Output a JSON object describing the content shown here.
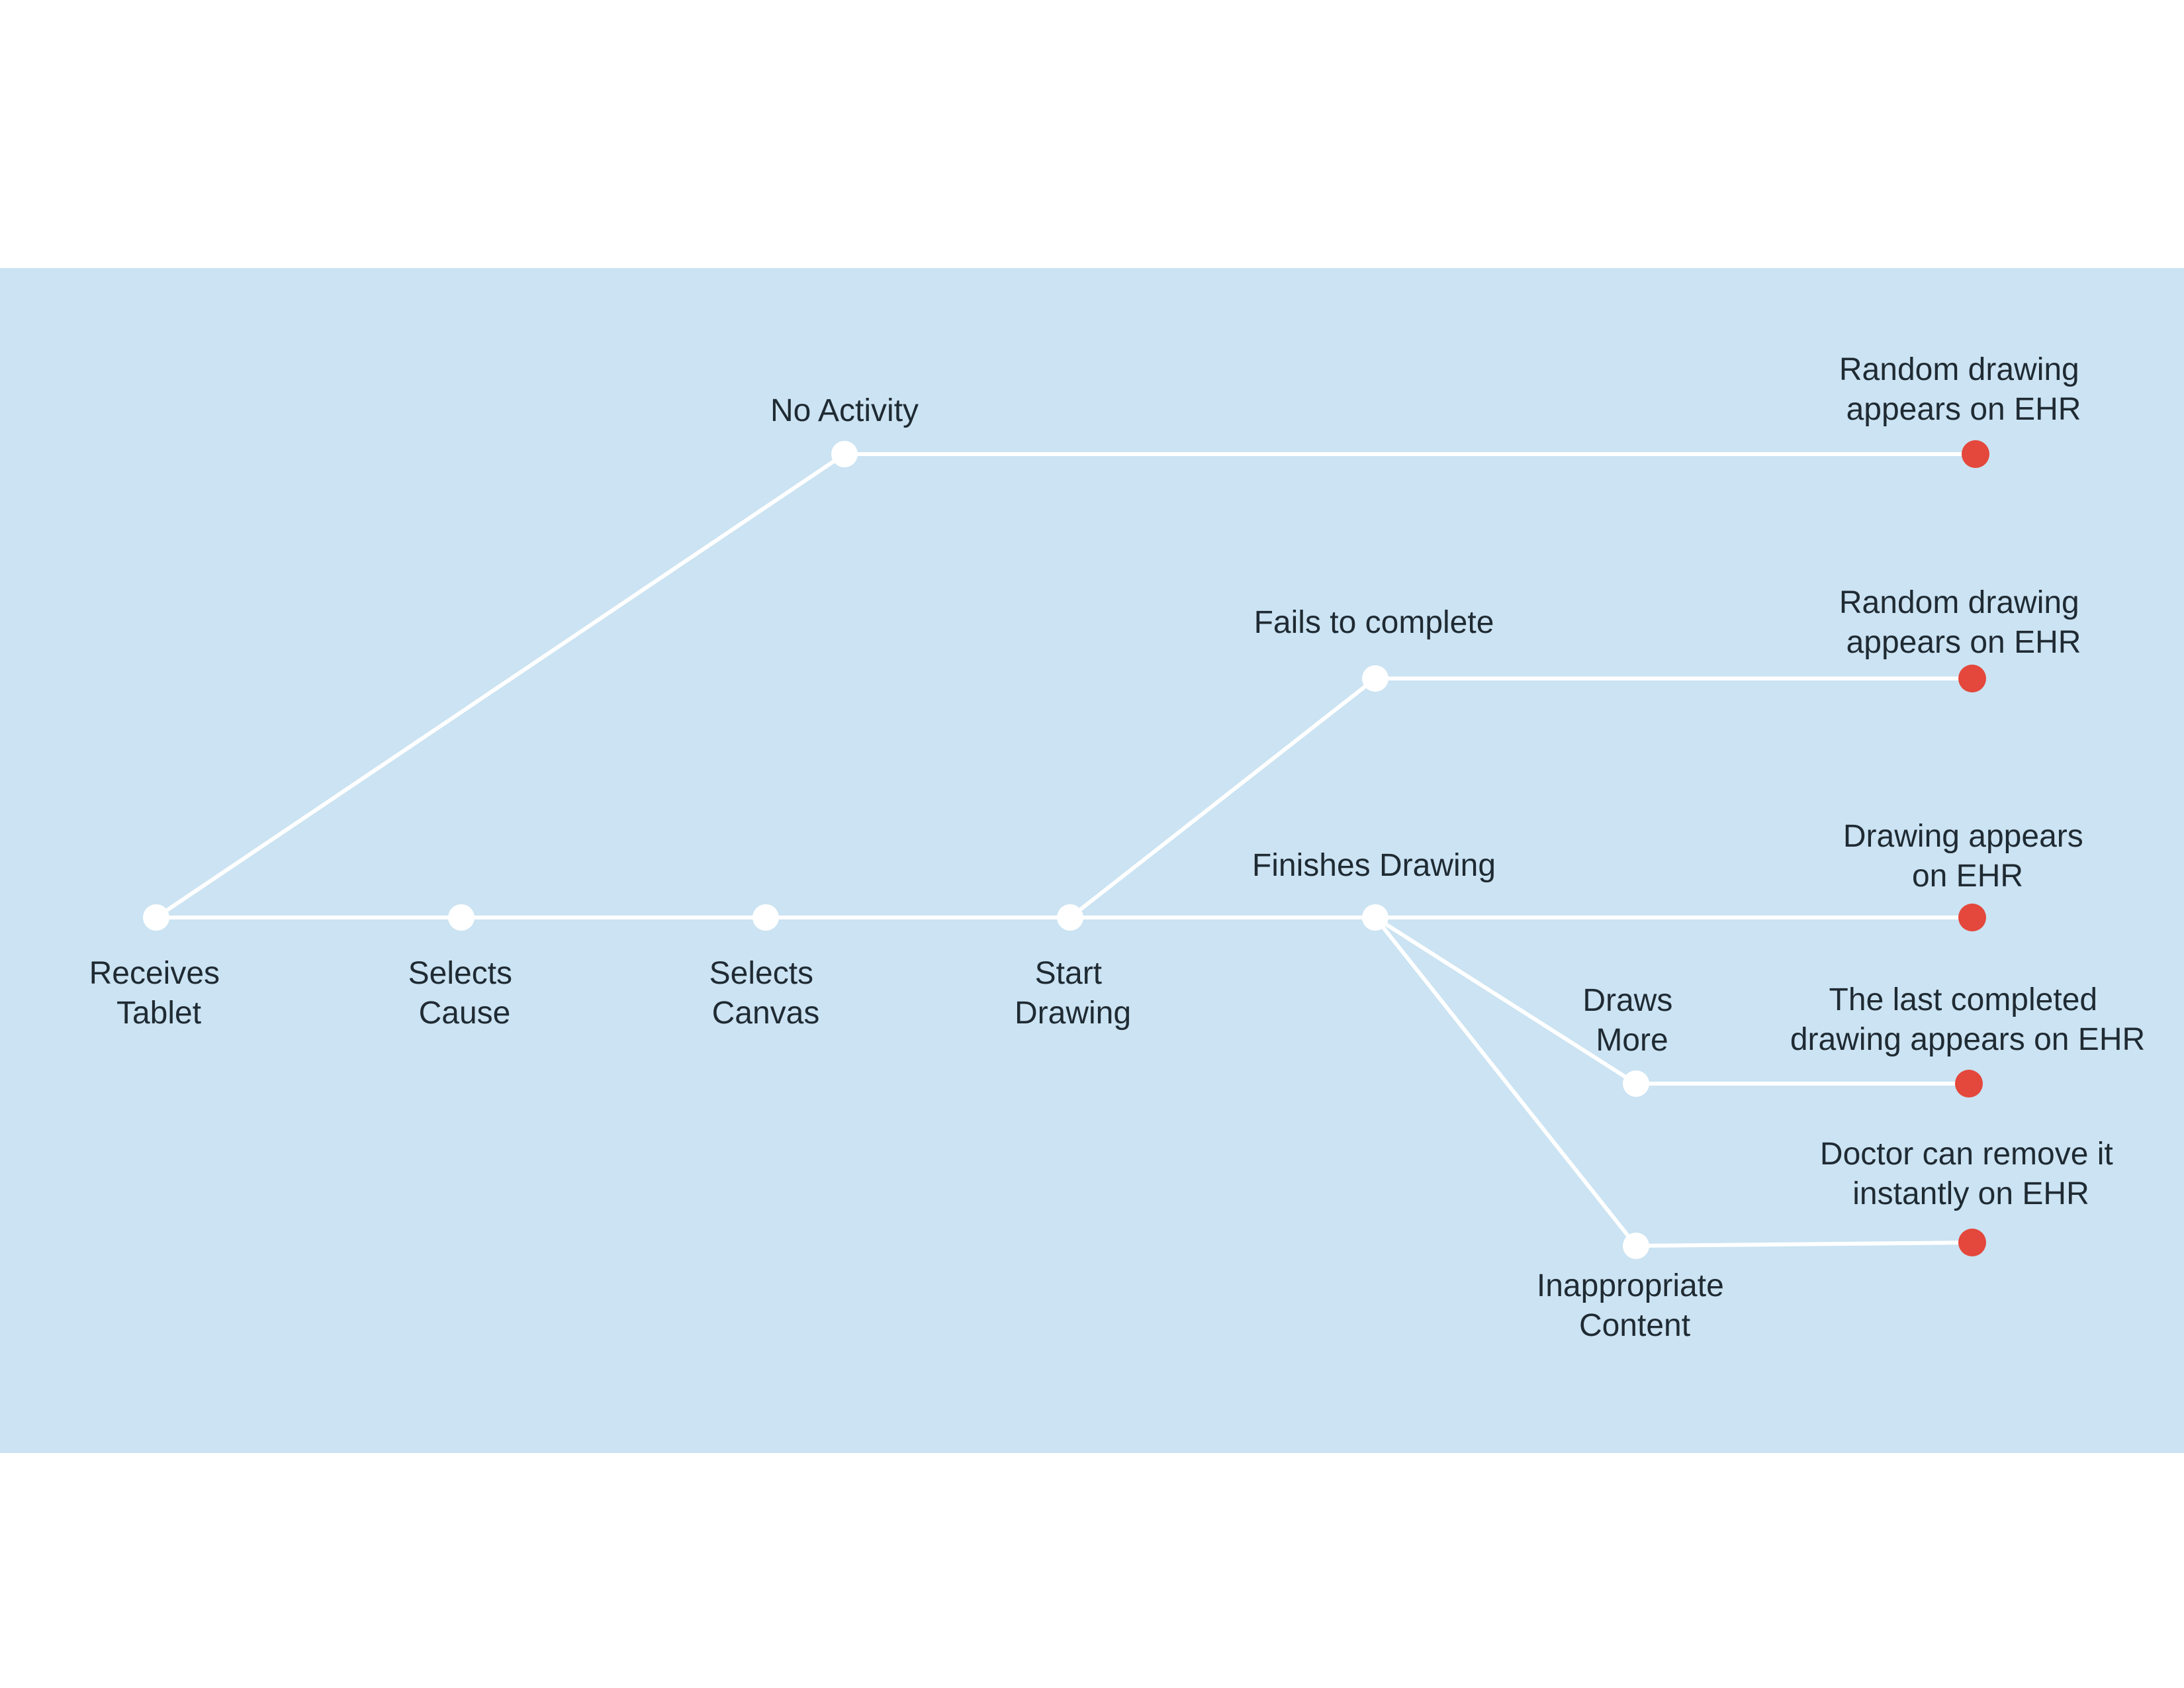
{
  "colors": {
    "panel": "#cbe3f2",
    "line": "#ffffff",
    "node": "#ffffff",
    "outcome": "#e4473b",
    "text": "#1f2a33"
  },
  "steps": {
    "receives_tablet": [
      "Receives",
      "Tablet"
    ],
    "selects_cause": [
      "Selects",
      "Cause"
    ],
    "selects_canvas": [
      "Selects",
      "Canvas"
    ],
    "start_drawing": [
      "Start",
      "Drawing"
    ],
    "no_activity": "No Activity",
    "fails_to_complete": "Fails to complete",
    "finishes_drawing": "Finishes Drawing",
    "draws_more": [
      "Draws",
      "More"
    ],
    "inappropriate_content": [
      "Inappropriate",
      "Content"
    ]
  },
  "outcomes": {
    "no_activity": [
      "Random drawing",
      "appears on EHR"
    ],
    "fails_to_complete": [
      "Random drawing",
      "appears on EHR"
    ],
    "finishes_drawing": [
      "Drawing appears",
      "on EHR"
    ],
    "draws_more": [
      "The last completed",
      "drawing appears on EHR"
    ],
    "inappropriate_content": [
      "Doctor can remove it",
      "instantly on EHR"
    ]
  }
}
